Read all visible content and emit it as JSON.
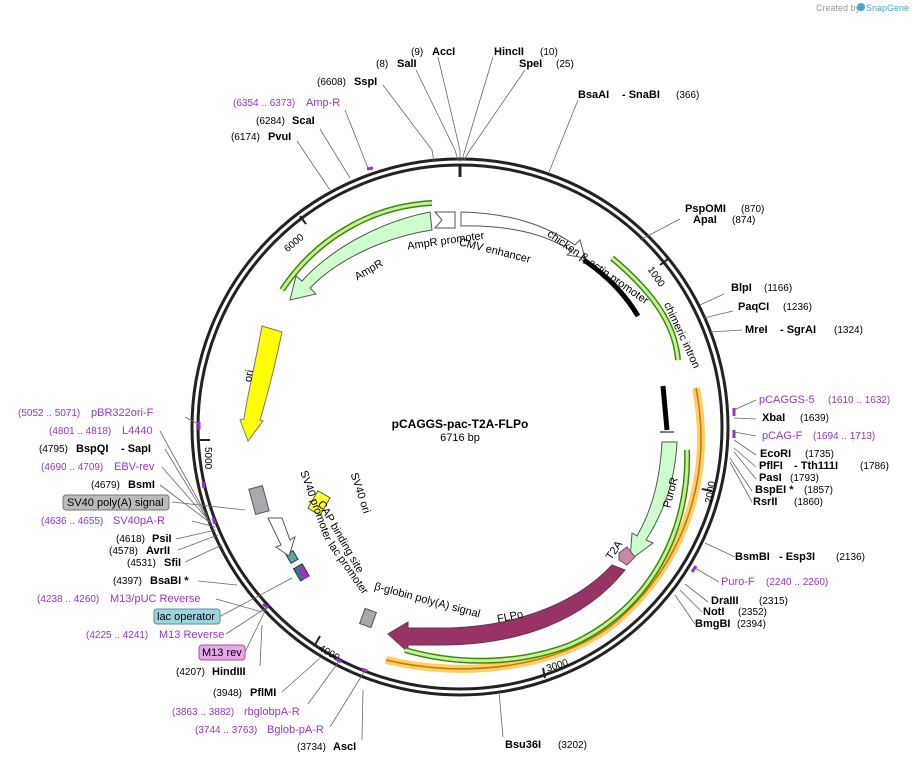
{
  "brand": {
    "created_by": "Created by",
    "name": "SnapGene"
  },
  "plasmid": {
    "name": "pCAGGS-pac-T2A-FLPo",
    "size": "6716 bp"
  },
  "ticks": [
    "1000",
    "2000",
    "3000",
    "4000",
    "5000",
    "6000"
  ],
  "features": {
    "ampr_promoter": "AmpR promoter",
    "cmv": "CMV enhancer",
    "cba": "chicken β-actin promoter",
    "intron": "chimeric intron",
    "puror": "PuroR",
    "t2a": "T2A",
    "flpo": "FLPo",
    "globin": "β-globin poly(A) signal",
    "lac": "lac promoter",
    "cap": "CAP binding site",
    "sv40p": "SV40 promoter",
    "sv40ori": "SV40 ori",
    "ori": "ori",
    "ampr": "AmpR"
  },
  "sites_top": [
    {
      "pos": "(9)",
      "name": "AccI"
    },
    {
      "pos": "(8)",
      "name": "SalI"
    },
    {
      "name": "HincII",
      "pos": "(10)"
    },
    {
      "name": "SpeI",
      "pos": "(25)"
    },
    {
      "pos": "(6608)",
      "name": "SspI"
    },
    {
      "name": "BsaAI",
      "name2": "- SnaBI",
      "pos": "(366)"
    },
    {
      "pos": "(6354 .. 6373)",
      "name": "Amp-R"
    },
    {
      "pos": "(6284)",
      "name": "ScaI"
    },
    {
      "pos": "(6174)",
      "name": "PvuI"
    }
  ],
  "sites_right": [
    {
      "name": "PspOMI",
      "pos": "(870)"
    },
    {
      "name": "ApaI",
      "pos": "(874)"
    },
    {
      "name": "BlpI",
      "pos": "(1166)"
    },
    {
      "name": "PaqCI",
      "pos": "(1236)"
    },
    {
      "name": "MreI",
      "name2": "- SgrAI",
      "pos": "(1324)"
    },
    {
      "name": "pCAGGS-5",
      "pos": "(1610 .. 1632)"
    },
    {
      "name": "XbaI",
      "pos": "(1639)"
    },
    {
      "name": "pCAG-F",
      "pos": "(1694 .. 1713)"
    },
    {
      "name": "EcoRI",
      "pos": "(1735)"
    },
    {
      "name": "PflFI",
      "name2": "- Tth111I",
      "pos": "(1786)"
    },
    {
      "name": "PasI",
      "pos": "(1793)"
    },
    {
      "name": "BspEI *",
      "pos": "(1857)"
    },
    {
      "name": "RsrII",
      "pos": "(1860)"
    },
    {
      "name": "BsmBI",
      "name2": "- Esp3I",
      "pos": "(2136)"
    },
    {
      "name": "Puro-F",
      "pos": "(2240 .. 2260)"
    },
    {
      "name": "DraIII",
      "pos": "(2315)"
    },
    {
      "name": "NotI",
      "pos": "(2352)"
    },
    {
      "name": "BmgBI",
      "pos": "(2394)"
    }
  ],
  "sites_bottom": [
    {
      "name": "Bsu36I",
      "pos": "(3202)"
    },
    {
      "pos": "(3734)",
      "name": "AscI"
    },
    {
      "pos": "(3744 .. 3763)",
      "name": "Bglob-pA-R"
    },
    {
      "pos": "(3863 .. 3882)",
      "name": "rbglobpA-R"
    },
    {
      "pos": "(3948)",
      "name": "PflMI"
    },
    {
      "pos": "(4207)",
      "name": "HindIII"
    }
  ],
  "sites_left": [
    {
      "pos": "(5052 .. 5071)",
      "name": "pBR322ori-F"
    },
    {
      "pos": "(4801 .. 4818)",
      "name": "L4440"
    },
    {
      "pos": "(4795)",
      "name": "BspQI",
      "name2": "- SapI"
    },
    {
      "pos": "(4690 .. 4709)",
      "name": "EBV-rev"
    },
    {
      "pos": "(4679)",
      "name": "BsmI"
    },
    {
      "box": "SV40 poly(A) signal"
    },
    {
      "pos": "(4636 .. 4655)",
      "name": "SV40pA-R"
    },
    {
      "pos": "(4618)",
      "name": "PsiI"
    },
    {
      "pos": "(4578)",
      "name": "AvrII"
    },
    {
      "pos": "(4531)",
      "name": "SfiI"
    },
    {
      "pos": "(4397)",
      "name": "BsaBI *"
    },
    {
      "pos": "(4238 .. 4260)",
      "name": "M13/pUC Reverse"
    },
    {
      "box": "lac operator"
    },
    {
      "pos": "(4225 .. 4241)",
      "name": "M13 Reverse"
    },
    {
      "box": "M13 rev"
    }
  ],
  "colors": {
    "backbone": "#222222",
    "primer": "#9933cc",
    "amp": "#ccffcc",
    "ori": "#ffff00",
    "flpo": "#993366",
    "orange": "#ffcc66"
  }
}
